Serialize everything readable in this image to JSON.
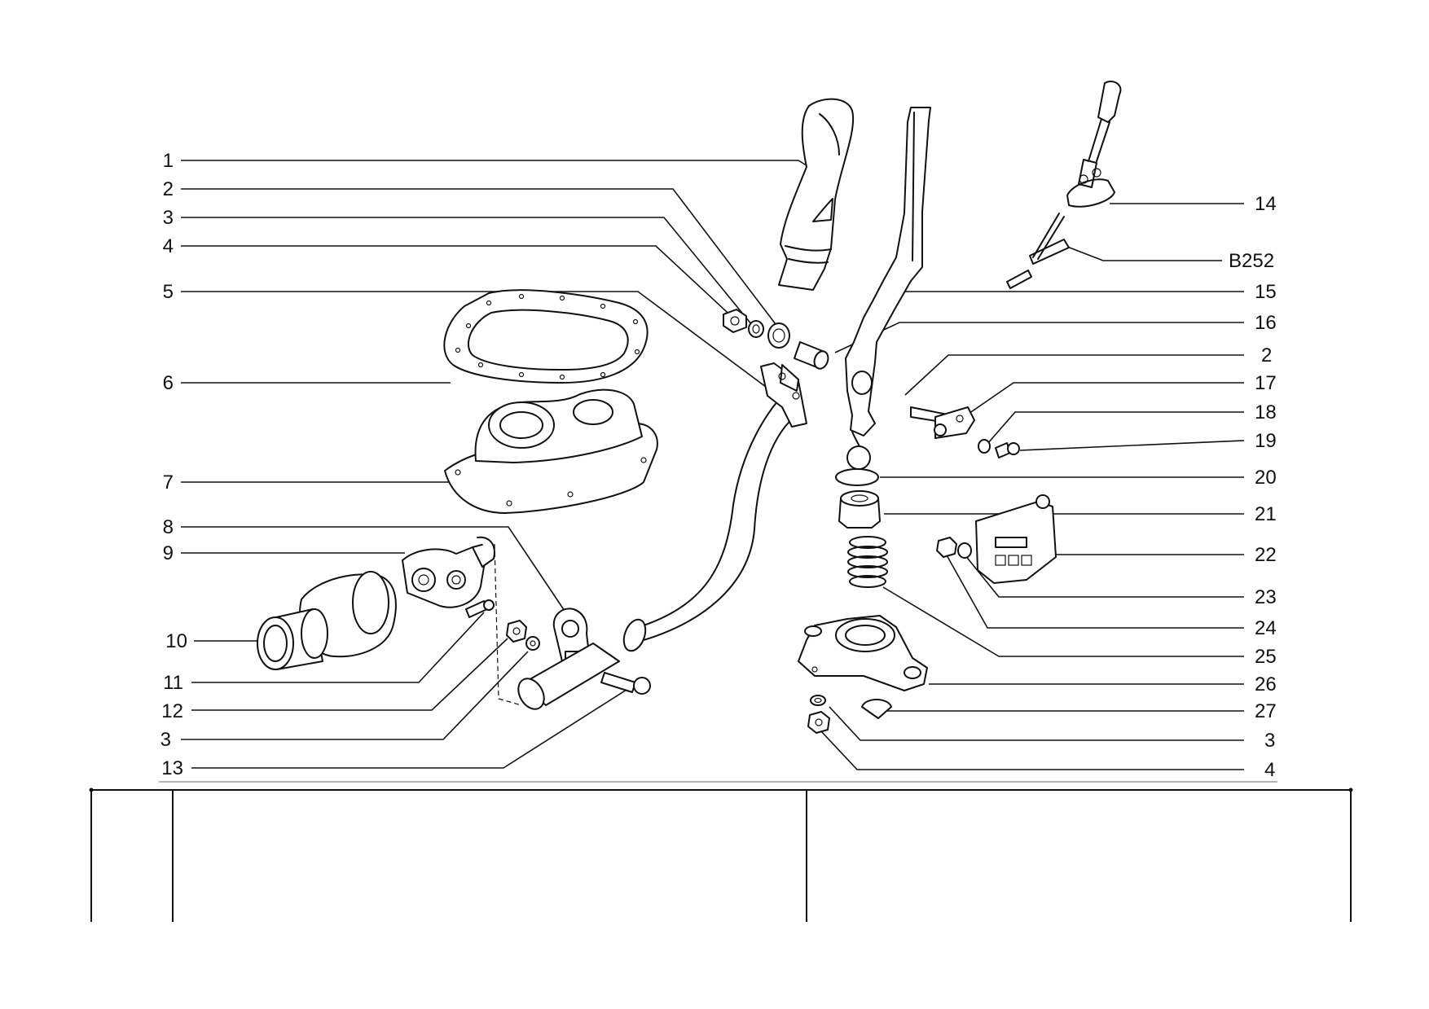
{
  "callouts_left": [
    {
      "id": "l1",
      "text": "1"
    },
    {
      "id": "l2",
      "text": "2"
    },
    {
      "id": "l3",
      "text": "3"
    },
    {
      "id": "l4",
      "text": "4"
    },
    {
      "id": "l5",
      "text": "5"
    },
    {
      "id": "l6",
      "text": "6"
    },
    {
      "id": "l7",
      "text": "7"
    },
    {
      "id": "l8",
      "text": "8"
    },
    {
      "id": "l9",
      "text": "9"
    },
    {
      "id": "l10",
      "text": "10"
    },
    {
      "id": "l11",
      "text": "11"
    },
    {
      "id": "l12",
      "text": "12"
    },
    {
      "id": "l3b",
      "text": "3"
    },
    {
      "id": "l13",
      "text": "13"
    }
  ],
  "callouts_right": [
    {
      "id": "r14",
      "text": "14"
    },
    {
      "id": "rB252",
      "text": "B252"
    },
    {
      "id": "r15",
      "text": "15"
    },
    {
      "id": "r16",
      "text": "16"
    },
    {
      "id": "r2",
      "text": "2"
    },
    {
      "id": "r17",
      "text": "17"
    },
    {
      "id": "r18",
      "text": "18"
    },
    {
      "id": "r19",
      "text": "19"
    },
    {
      "id": "r20",
      "text": "20"
    },
    {
      "id": "r21",
      "text": "21"
    },
    {
      "id": "r22",
      "text": "22"
    },
    {
      "id": "r23",
      "text": "23"
    },
    {
      "id": "r24",
      "text": "24"
    },
    {
      "id": "r25",
      "text": "25"
    },
    {
      "id": "r26",
      "text": "26"
    },
    {
      "id": "r27",
      "text": "27"
    },
    {
      "id": "r3",
      "text": "3"
    },
    {
      "id": "r4",
      "text": "4"
    }
  ],
  "colors": {
    "ink": "#111111",
    "paper": "#ffffff"
  }
}
